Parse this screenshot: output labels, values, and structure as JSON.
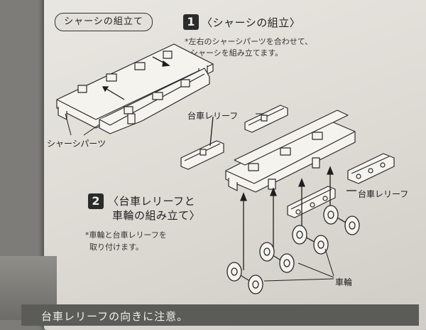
{
  "section_tag": "シャーシの組立て",
  "step1": {
    "number": "1",
    "title": "〈シャーシの組立〉",
    "note_line1": "*左右のシャーシパーツを合わせて、",
    "note_line2": "シャーシを組み立てます。"
  },
  "step2": {
    "number": "2",
    "title_line1": "〈台車レリーフと",
    "title_line2": "車輪の組み立て〉",
    "note_line1": "*車輪と台車レリーフを",
    "note_line2": "取り付けます。"
  },
  "labels": {
    "chassis_parts": "シャーシパーツ",
    "bogie_relief_top": "台車レリーフ",
    "bogie_relief_right": "台車レリーフ",
    "wheels": "車輪"
  },
  "footer_text": "台車レリーフの向きに注意。"
}
